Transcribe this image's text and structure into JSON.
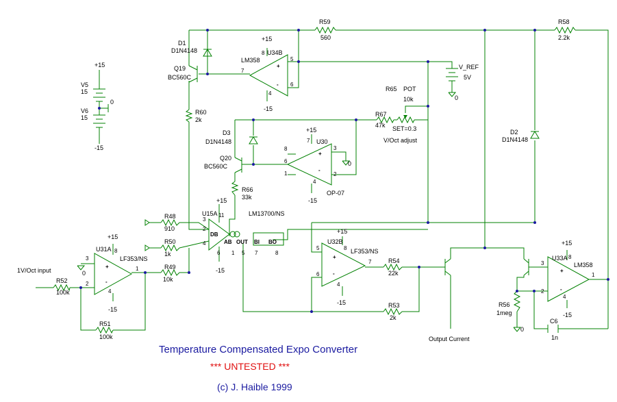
{
  "title": "Temperature Compensated Expo Converter",
  "status": "*** UNTESTED ***",
  "copyright": "(c) J. Haible 1999",
  "input_label": "1V/Oct input",
  "output_label": "Output  Current",
  "adjust_label": "V/Oct adjust",
  "colors": {
    "wire": "#008000",
    "node": "#1a1aa0",
    "title": "#1a1aa0",
    "warning": "#e01010"
  },
  "supplies": {
    "pos": "+15",
    "neg": "-15",
    "gnd": "0"
  },
  "sources": {
    "v5_name": "V5",
    "v5_val": "15",
    "v6_name": "V6",
    "v6_val": "15",
    "vref_name": "V_REF",
    "vref_val": "5V"
  },
  "resistors": {
    "r59": {
      "name": "R59",
      "value": "560"
    },
    "r58": {
      "name": "R58",
      "value": "2.2k"
    },
    "r60": {
      "name": "R60",
      "value": "2k"
    },
    "r65": {
      "name": "R65",
      "value": "POT",
      "value2": "10k",
      "set": "SET=0.3"
    },
    "r67": {
      "name": "R67",
      "value": "47k"
    },
    "r66": {
      "name": "R66",
      "value": "33k"
    },
    "r48": {
      "name": "R48",
      "value": "910"
    },
    "r50": {
      "name": "R50",
      "value": "1k"
    },
    "r49": {
      "name": "R49",
      "value": "10k"
    },
    "r52": {
      "name": "R52",
      "value": "100k"
    },
    "r51": {
      "name": "R51",
      "value": "100k"
    },
    "r54": {
      "name": "R54",
      "value": "22k"
    },
    "r53": {
      "name": "R53",
      "value": "2k"
    },
    "r56": {
      "name": "R56",
      "value": "1meg"
    }
  },
  "capacitors": {
    "c6": {
      "name": "C6",
      "value": "1n"
    }
  },
  "diodes": {
    "d1": {
      "name": "D1",
      "part": "D1N4148"
    },
    "d2": {
      "name": "D2",
      "part": "D1N4148"
    },
    "d3": {
      "name": "D3",
      "part": "D1N4148"
    }
  },
  "transistors": {
    "q19": {
      "name": "Q19",
      "part": "BC560C"
    },
    "q20": {
      "name": "Q20",
      "part": "BC560C"
    }
  },
  "opamps": {
    "u34b": {
      "name": "U34B",
      "part": "LM358"
    },
    "u30": {
      "name": "U30",
      "part": "OP-07"
    },
    "u15a": {
      "name": "U15A",
      "part": "LM13700/NS"
    },
    "u31a": {
      "name": "U31A",
      "part": "LF353/NS"
    },
    "u32b": {
      "name": "U32B",
      "part": "LF353/NS"
    },
    "u33a": {
      "name": "U33A",
      "part": "LM358"
    }
  },
  "ota_pins": {
    "db": "DB",
    "ab": "AB",
    "out": "OUT",
    "bi": "BI",
    "bo": "BO"
  }
}
